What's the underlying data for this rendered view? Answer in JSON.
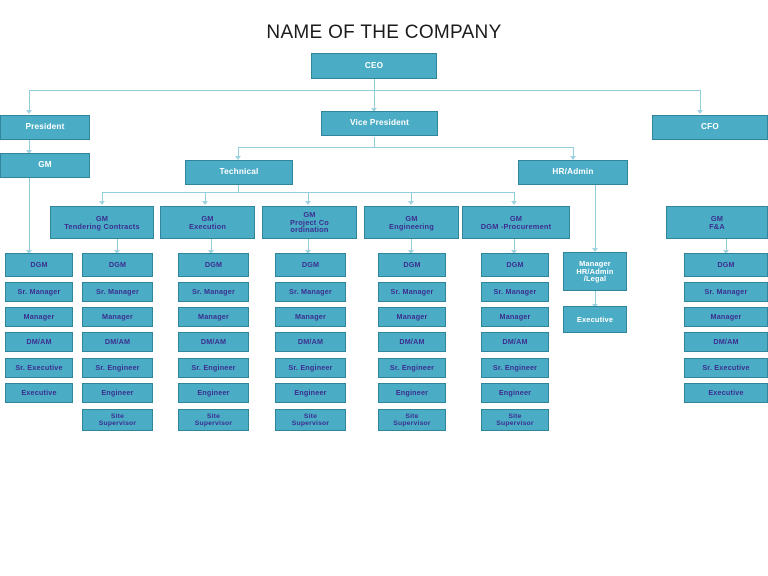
{
  "chart_data": {
    "type": "diagram",
    "diagram_kind": "organizational-chart",
    "title": "NAME OF THE COMPANY",
    "colors": {
      "box_fill": "#4BACC6",
      "box_border": "#31859B",
      "connector": "#92CDDC",
      "top_text": "#FFFFFF",
      "sub_text": "#3B2F8F",
      "title_text": "#1B1B1B",
      "background": "#FFFFFF"
    },
    "nodes": {
      "ceo": "CEO",
      "president": "President",
      "vice_president": "Vice President",
      "cfo": "CFO",
      "gm_left": "GM",
      "technical": "Technical",
      "hr_admin": "HR/Admin",
      "gm_tendering": "GM\nTendering Contracts",
      "gm_execution": "GM\nExecution",
      "gm_project": "GM\nProject Co\nordination",
      "gm_engineering": "GM\nEngineering",
      "gm_procurement": "GM\nDGM -Procurement",
      "gm_fa": "GM\nF&A",
      "manager_hr": "Manager\nHR/Admin\n/Legal",
      "executive_hr": "Executive"
    },
    "columns": [
      {
        "id": "col-gm-left",
        "parent": "GM",
        "items": [
          "DGM",
          "Sr. Manager",
          "Manager",
          "DM/AM",
          "Sr. Executive",
          "Executive"
        ]
      },
      {
        "id": "col-tendering",
        "parent": "GM Tendering Contracts",
        "items": [
          "DGM",
          "Sr. Manager",
          "Manager",
          "DM/AM",
          "Sr. Engineer",
          "Engineer",
          "Site\nSupervisor"
        ]
      },
      {
        "id": "col-execution",
        "parent": "GM Execution",
        "items": [
          "DGM",
          "Sr. Manager",
          "Manager",
          "DM/AM",
          "Sr. Engineer",
          "Engineer",
          "Site\nSupervisor"
        ]
      },
      {
        "id": "col-project",
        "parent": "GM Project Co ordination",
        "items": [
          "DGM",
          "Sr. Manager",
          "Manager",
          "DM/AM",
          "Sr. Engineer",
          "Engineer",
          "Site\nSupervisor"
        ]
      },
      {
        "id": "col-engineering",
        "parent": "GM Engineering",
        "items": [
          "DGM",
          "Sr. Manager",
          "Manager",
          "DM/AM",
          "Sr. Engineer",
          "Engineer",
          "Site\nSupervisor"
        ]
      },
      {
        "id": "col-procurement",
        "parent": "GM DGM -Procurement",
        "items": [
          "DGM",
          "Sr. Manager",
          "Manager",
          "DM/AM",
          "Sr. Engineer",
          "Engineer",
          "Site\nSupervisor"
        ]
      },
      {
        "id": "col-fa",
        "parent": "GM F&A",
        "items": [
          "DGM",
          "Sr. Manager",
          "Manager",
          "DM/AM",
          "Sr. Executive",
          "Executive"
        ]
      }
    ],
    "edges": [
      {
        "from": "CEO",
        "to": "President"
      },
      {
        "from": "CEO",
        "to": "Vice President"
      },
      {
        "from": "CEO",
        "to": "CFO"
      },
      {
        "from": "President",
        "to": "GM"
      },
      {
        "from": "Vice President",
        "to": "Technical"
      },
      {
        "from": "Vice President",
        "to": "HR/Admin"
      },
      {
        "from": "Technical",
        "to": "GM Tendering Contracts"
      },
      {
        "from": "Technical",
        "to": "GM Execution"
      },
      {
        "from": "Technical",
        "to": "GM Project Co ordination"
      },
      {
        "from": "Technical",
        "to": "GM Engineering"
      },
      {
        "from": "Technical",
        "to": "GM DGM -Procurement"
      },
      {
        "from": "HR/Admin",
        "to": "Manager HR/Admin /Legal"
      },
      {
        "from": "Manager HR/Admin /Legal",
        "to": "Executive"
      }
    ]
  }
}
